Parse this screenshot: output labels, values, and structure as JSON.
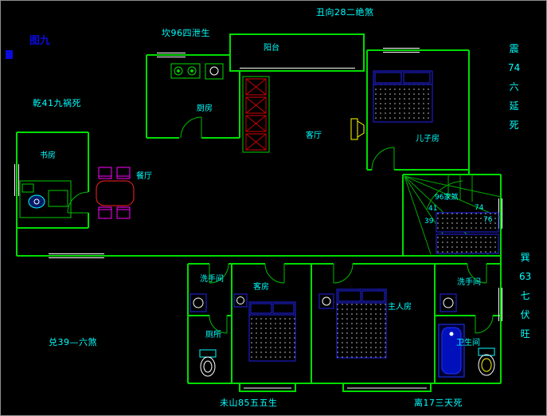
{
  "window": {
    "background": "#000000",
    "border": "#8f8f8f"
  },
  "colors": {
    "wall": "#00dd00",
    "label": "#00ffff",
    "figure_label": "#0b0bdd",
    "bed": "#2222ee",
    "table": "#ff2020",
    "chair": "#ff00ff",
    "sofa": "#cc0000",
    "tv": "#ffff00",
    "fixture": "#ffffff",
    "tub": "#0011bb"
  },
  "annotations": {
    "figure_label": "图九",
    "top_left": "坎96四泄生",
    "top_center": "丑向28二绝煞",
    "mid_left": "乾41九祸死",
    "bottom_left": "兑39—六煞",
    "bottom_center": "未山85五五生",
    "bottom_right": "离17三天死",
    "right_upper": [
      "震",
      "74",
      "六",
      "延",
      "死"
    ],
    "right_lower": [
      "巽",
      "63",
      "七",
      "伏",
      "旺"
    ],
    "stair_note": "96家煞",
    "stair_numbers": [
      "41",
      "74",
      "39",
      "76"
    ]
  },
  "rooms": {
    "balcony": "阳台",
    "kitchen": "厨房",
    "living_room": "客厅",
    "son_room": "儿子房",
    "study": "书房",
    "dining": "餐厅",
    "bathroom_left": "洗手间",
    "guest_room": "客房",
    "master_room": "主人房",
    "bathroom_right": "洗手间",
    "toilet": "厕所",
    "bathroom_bottom_right": "卫生间"
  }
}
